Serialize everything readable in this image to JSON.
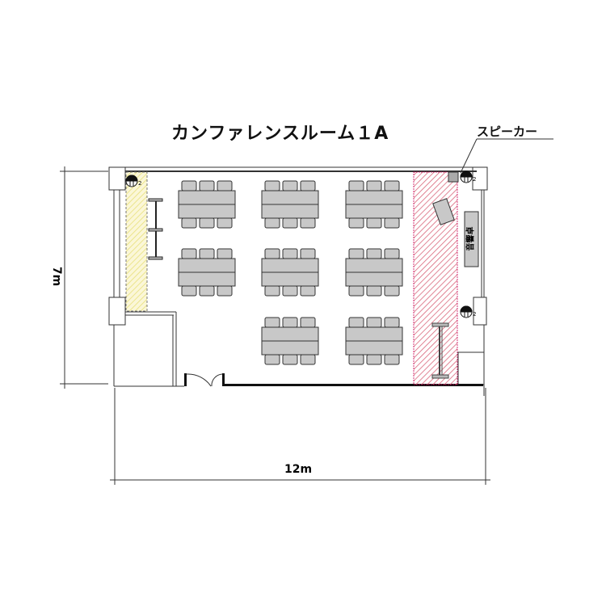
{
  "title": "カンファレンスルーム１A",
  "labels": {
    "speaker": "スピーカー",
    "console": "音響卓",
    "width_dimension": "12m",
    "depth_dimension": "7m",
    "speaker_count_marker": "2"
  },
  "layout": {
    "table_groups": 8,
    "chairs_per_side": 3,
    "grid_rows": [
      [
        "table",
        "table",
        "table"
      ],
      [
        "table",
        "table",
        "table"
      ],
      [
        "empty",
        "table",
        "table"
      ]
    ]
  },
  "colors": {
    "stage_hatch": "#d9667a",
    "screen_hatch": "#e8e07a",
    "furniture": "#c8c8c8"
  }
}
